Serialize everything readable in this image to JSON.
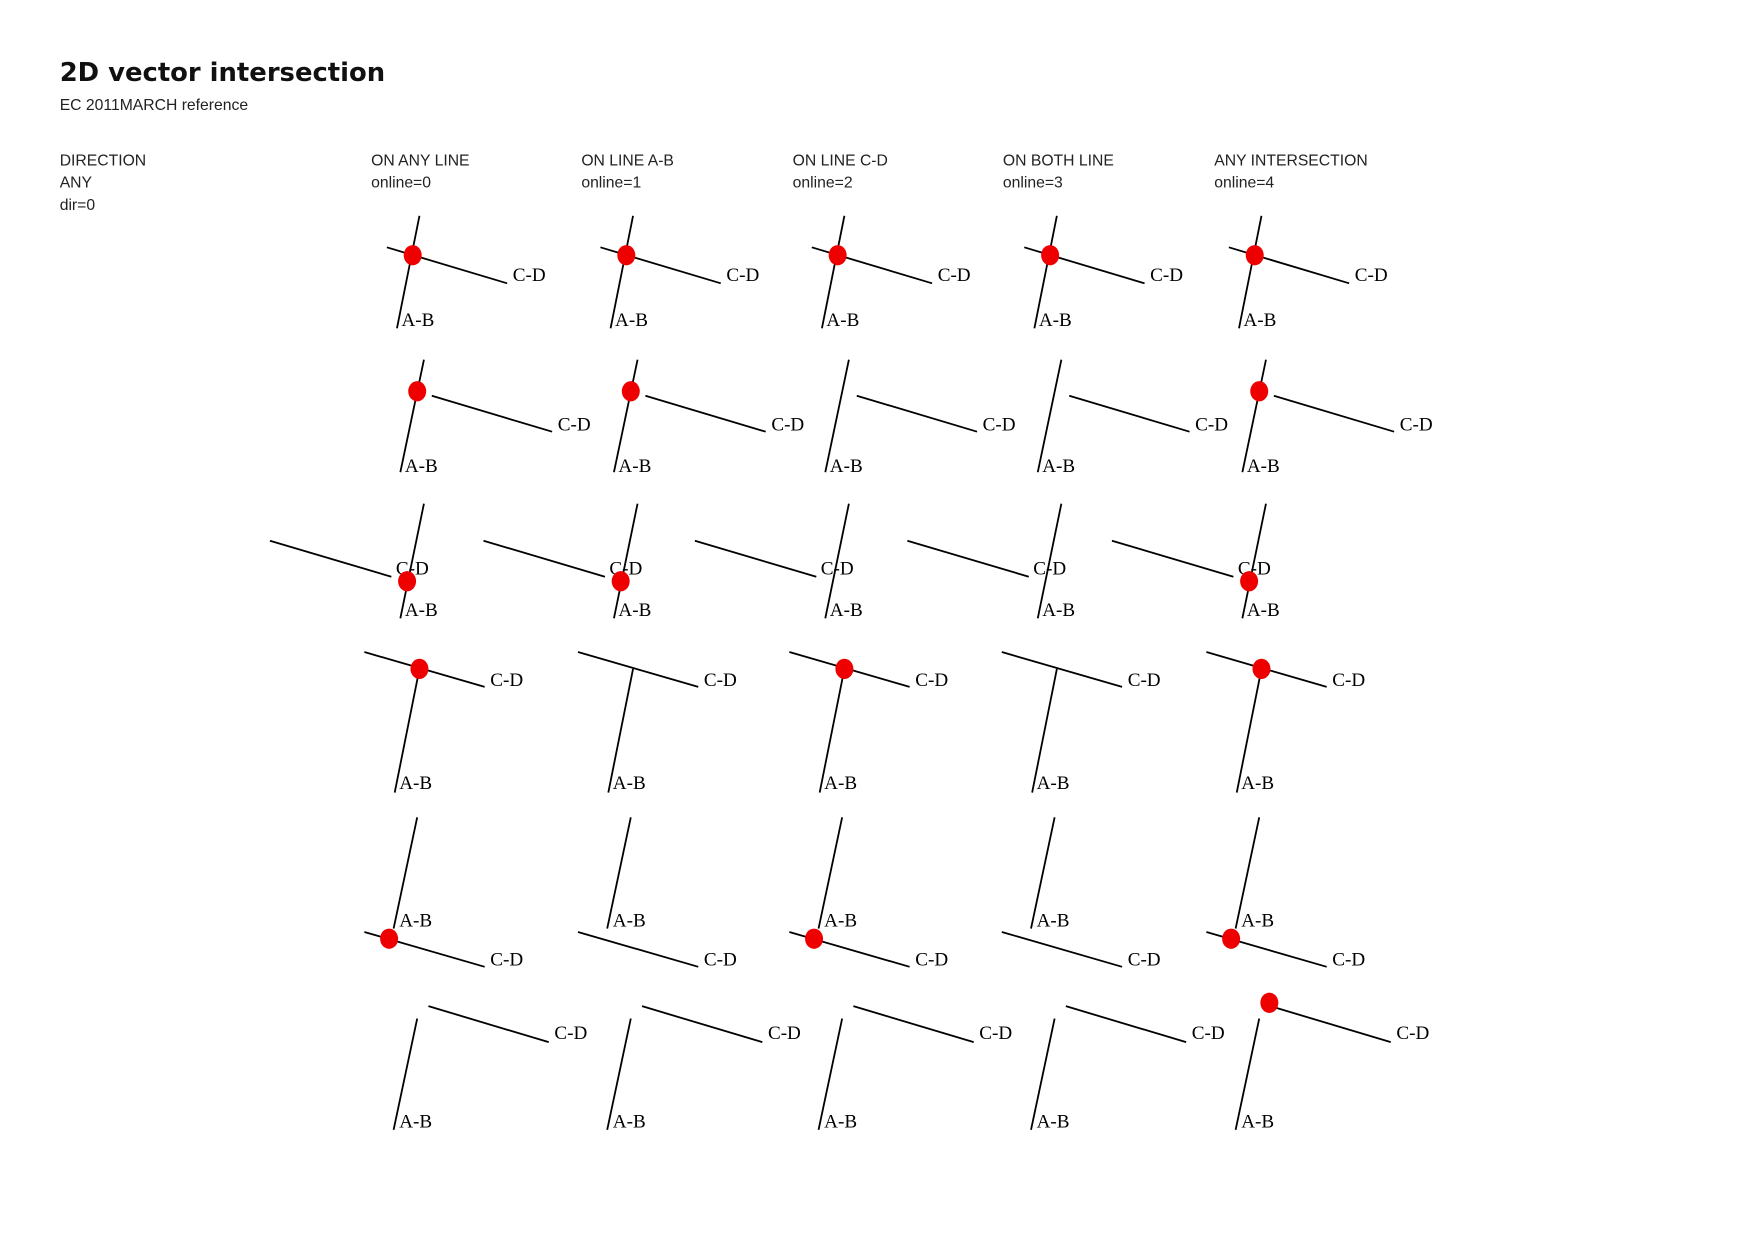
{
  "title": "2D vector intersection",
  "subtitle": "EC 2011MARCH reference",
  "direction": {
    "heading": "DIRECTION",
    "value": "ANY",
    "code": "dir=0"
  },
  "columns": [
    {
      "label": "ON ANY LINE",
      "code": "online=0"
    },
    {
      "label": "ON LINE A-B",
      "code": "online=1"
    },
    {
      "label": "ON LINE C-D",
      "code": "online=2"
    },
    {
      "label": "ON BOTH LINE",
      "code": "online=3"
    },
    {
      "label": "ANY INTERSECTION",
      "code": "online=4"
    }
  ],
  "labels": {
    "ab": "A-B",
    "cd": "C-D"
  },
  "colors": {
    "dot": "#ee0000",
    "line": "#000000"
  },
  "intersection_shown": [
    [
      true,
      true,
      true,
      true,
      true
    ],
    [
      true,
      true,
      false,
      false,
      true
    ],
    [
      true,
      true,
      false,
      false,
      true
    ],
    [
      true,
      false,
      true,
      false,
      true
    ],
    [
      true,
      false,
      true,
      false,
      true
    ],
    [
      false,
      false,
      false,
      false,
      true
    ]
  ]
}
